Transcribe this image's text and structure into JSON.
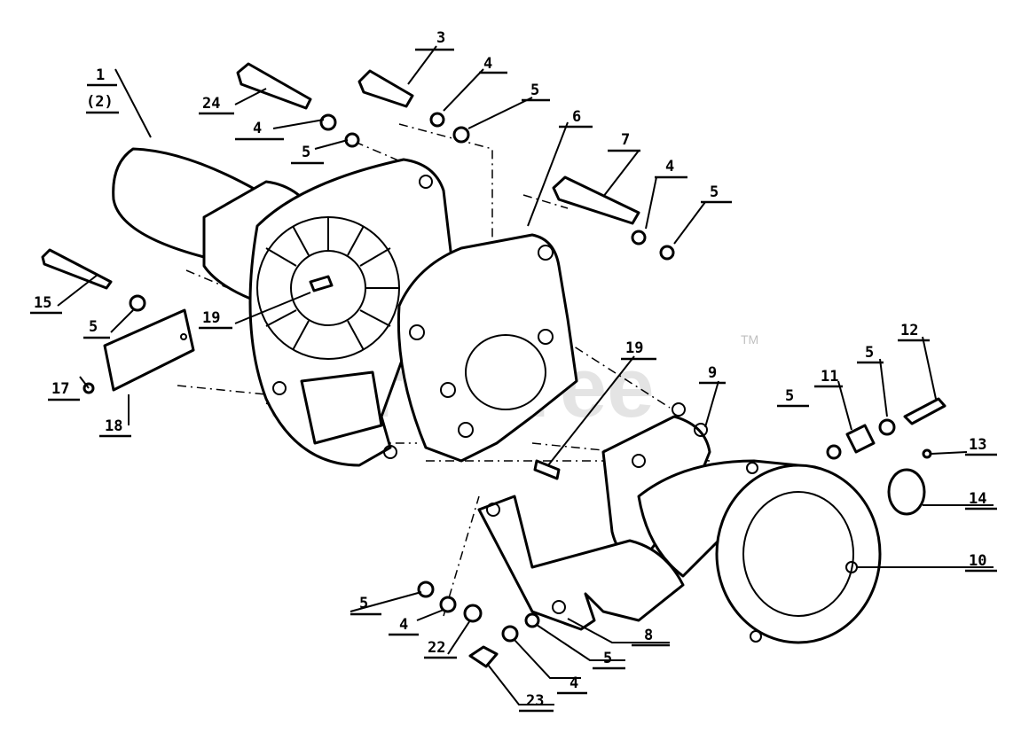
{
  "diagram": {
    "watermark": "PartsTree",
    "trademark": "TM",
    "callouts": [
      {
        "id": "c1",
        "label": "1"
      },
      {
        "id": "c1b",
        "label": "(2)"
      },
      {
        "id": "c3",
        "label": "3"
      },
      {
        "id": "c4a",
        "label": "4"
      },
      {
        "id": "c5a",
        "label": "5"
      },
      {
        "id": "c6",
        "label": "6"
      },
      {
        "id": "c24",
        "label": "24"
      },
      {
        "id": "c4b",
        "label": "4"
      },
      {
        "id": "c5b",
        "label": "5"
      },
      {
        "id": "c7",
        "label": "7"
      },
      {
        "id": "c4c",
        "label": "4"
      },
      {
        "id": "c5c",
        "label": "5"
      },
      {
        "id": "c15",
        "label": "15"
      },
      {
        "id": "c5d",
        "label": "5"
      },
      {
        "id": "c19a",
        "label": "19"
      },
      {
        "id": "c17",
        "label": "17"
      },
      {
        "id": "c18",
        "label": "18"
      },
      {
        "id": "c19b",
        "label": "19"
      },
      {
        "id": "c9",
        "label": "9"
      },
      {
        "id": "c12",
        "label": "12"
      },
      {
        "id": "c5e",
        "label": "5"
      },
      {
        "id": "c11",
        "label": "11"
      },
      {
        "id": "c5f",
        "label": "5"
      },
      {
        "id": "c13",
        "label": "13"
      },
      {
        "id": "c14",
        "label": "14"
      },
      {
        "id": "c10",
        "label": "10"
      },
      {
        "id": "c5g",
        "label": "5"
      },
      {
        "id": "c4d",
        "label": "4"
      },
      {
        "id": "c22",
        "label": "22"
      },
      {
        "id": "c8",
        "label": "8"
      },
      {
        "id": "c5h",
        "label": "5"
      },
      {
        "id": "c4e",
        "label": "4"
      },
      {
        "id": "c23",
        "label": "23"
      }
    ]
  }
}
